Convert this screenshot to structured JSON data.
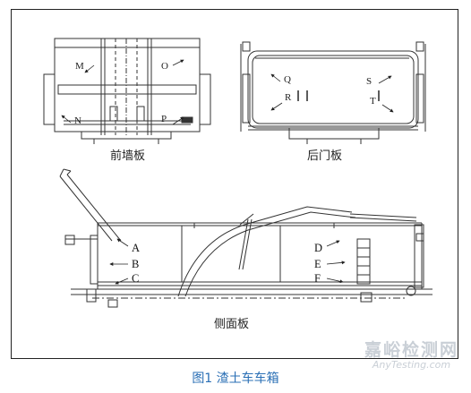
{
  "colors": {
    "line": "#333333",
    "caption_blue": "#2a6fb5",
    "watermark": "#c9cfd6"
  },
  "front_panel": {
    "caption": "前墙板",
    "points": [
      "M",
      "O",
      "N",
      "P"
    ]
  },
  "rear_panel": {
    "caption": "后门板",
    "points": [
      "Q",
      "R",
      "S",
      "T"
    ]
  },
  "side_panel": {
    "caption": "侧面板",
    "points": [
      "A",
      "B",
      "C",
      "D",
      "E",
      "F"
    ]
  },
  "figure_caption": "图1 渣土车车箱",
  "watermark": {
    "cn": "嘉峪检测网",
    "en": "AnyTesting.com"
  }
}
